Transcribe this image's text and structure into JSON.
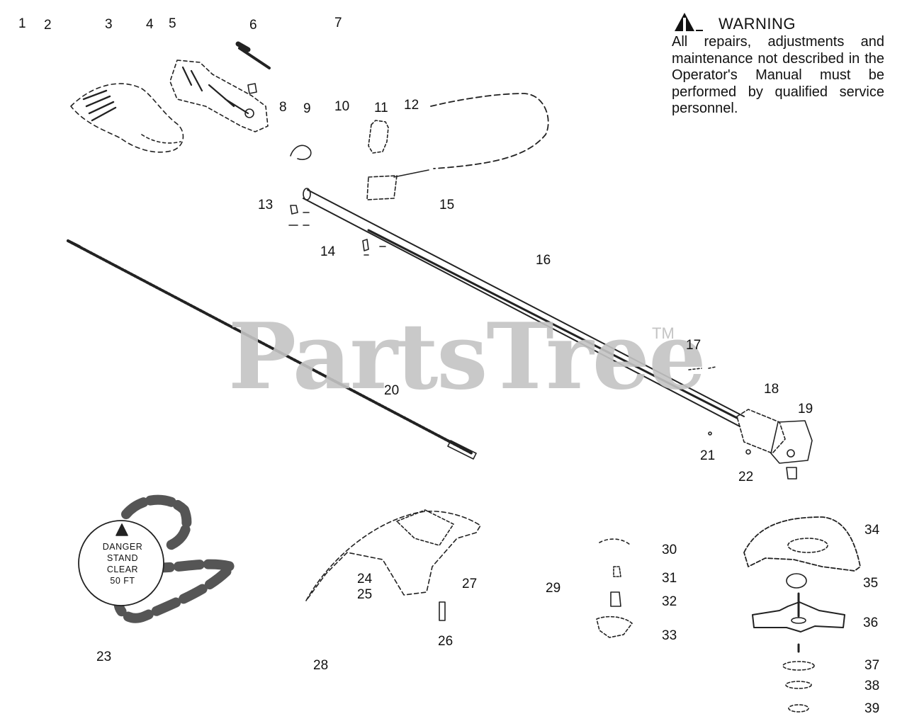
{
  "warning": {
    "title": "WARNING",
    "text": "All repairs, adjustments and maintenance not described in the Operator's Manual must be performed by qualified service personnel."
  },
  "watermark": {
    "text": "PartsTree",
    "tm": "TM"
  },
  "sticker": {
    "lines": [
      "DANGER",
      "STAND",
      "CLEAR",
      "50 FT"
    ]
  },
  "part_labels": [
    "1",
    "2",
    "3",
    "4",
    "5",
    "6",
    "7",
    "8",
    "9",
    "10",
    "11",
    "12",
    "13",
    "14",
    "15",
    "16",
    "17",
    "18",
    "19",
    "21",
    "22",
    "23",
    "24",
    "25",
    "26",
    "27",
    "28",
    "29",
    "30",
    "31",
    "32",
    "33",
    "34",
    "35",
    "36",
    "37",
    "38",
    "39"
  ],
  "colors": {
    "line": "#222222",
    "watermark": "#c4c4c4",
    "background": "#ffffff"
  }
}
